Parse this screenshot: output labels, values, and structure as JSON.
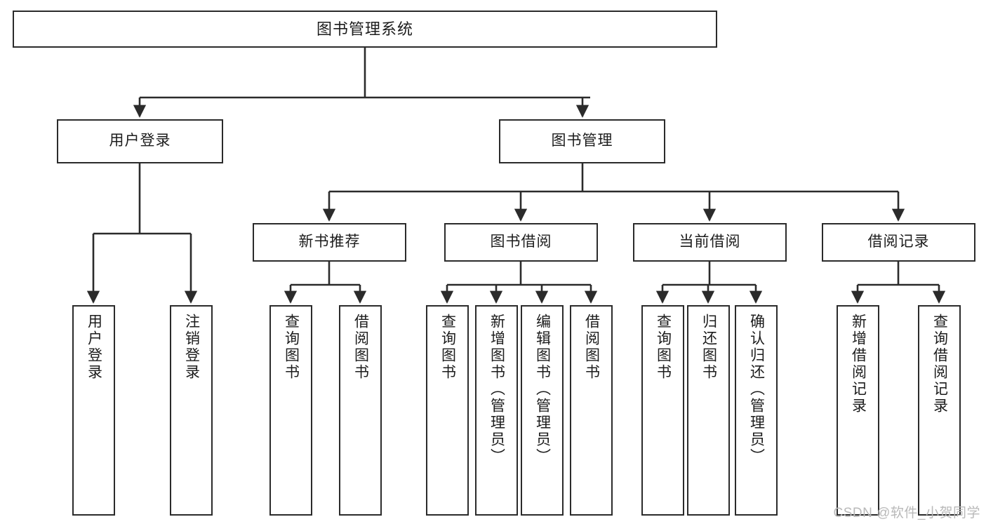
{
  "diagram": {
    "title": "图书管理系统",
    "type": "tree-hierarchy",
    "watermark": "CSDN @软件_小贺同学",
    "colors": {
      "stroke": "#2b2b2b",
      "fill": "#ffffff",
      "text": "#1c1c1c",
      "watermark": "#b9b9b9"
    },
    "levels": {
      "root": {
        "label": "图书管理系统"
      },
      "level2": [
        {
          "id": "user-login",
          "label": "用户登录"
        },
        {
          "id": "book-management",
          "label": "图书管理"
        }
      ],
      "level3": [
        {
          "id": "new-book-recommend",
          "label": "新书推荐"
        },
        {
          "id": "book-borrow",
          "label": "图书借阅"
        },
        {
          "id": "current-borrow",
          "label": "当前借阅"
        },
        {
          "id": "borrow-record",
          "label": "借阅记录"
        }
      ],
      "leaves": [
        {
          "id": "leaf-user-login",
          "label": "用户登录",
          "parent": "user-login"
        },
        {
          "id": "leaf-logout",
          "label": "注销登录",
          "parent": "user-login"
        },
        {
          "id": "leaf-query-book-1",
          "label": "查询图书",
          "parent": "new-book-recommend"
        },
        {
          "id": "leaf-borrow-book-1",
          "label": "借阅图书",
          "parent": "new-book-recommend"
        },
        {
          "id": "leaf-query-book-2",
          "label": "查询图书",
          "parent": "book-borrow"
        },
        {
          "id": "leaf-add-book",
          "label": "新增图书（管理员）",
          "parent": "book-borrow"
        },
        {
          "id": "leaf-edit-book",
          "label": "编辑图书（管理员）",
          "parent": "book-borrow"
        },
        {
          "id": "leaf-borrow-book-2",
          "label": "借阅图书",
          "parent": "book-borrow"
        },
        {
          "id": "leaf-query-book-3",
          "label": "查询图书",
          "parent": "current-borrow"
        },
        {
          "id": "leaf-return-book",
          "label": "归还图书",
          "parent": "current-borrow"
        },
        {
          "id": "leaf-confirm-return",
          "label": "确认归还（管理员）",
          "parent": "current-borrow"
        },
        {
          "id": "leaf-add-record",
          "label": "新增借阅记录",
          "parent": "borrow-record"
        },
        {
          "id": "leaf-query-record",
          "label": "查询借阅记录",
          "parent": "borrow-record"
        }
      ]
    }
  }
}
